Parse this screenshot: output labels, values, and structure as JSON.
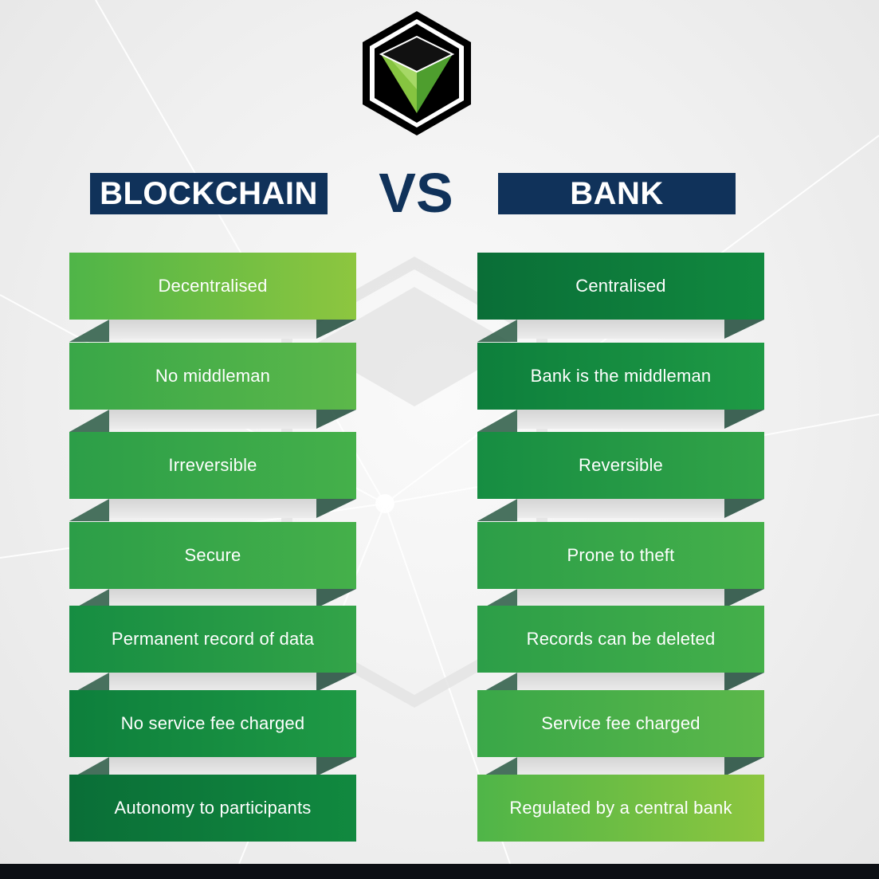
{
  "header": {
    "left_title": "BLOCKCHAIN",
    "vs": "VS",
    "right_title": "BANK"
  },
  "logo": {
    "icon": "hexagon-cube-check-icon",
    "colors": {
      "outline": "#000000",
      "check": "#6ab737"
    }
  },
  "colors": {
    "title_bg": "#10325a",
    "text": "#ffffff",
    "green_light": "#8cc63f",
    "green_mid": "#3aa845",
    "green_dark": "#0a7a3a",
    "fold_dark": "#1f4f3c"
  },
  "blockchain_items": [
    {
      "label": "Decentralised",
      "tone": "light"
    },
    {
      "label": "No middleman",
      "tone": "midlight"
    },
    {
      "label": "Irreversible",
      "tone": "mid"
    },
    {
      "label": "Secure",
      "tone": "mid"
    },
    {
      "label": "Permanent record of data",
      "tone": "middark"
    },
    {
      "label": "No service fee charged",
      "tone": "dark"
    },
    {
      "label": "Autonomy to participants",
      "tone": "darker"
    }
  ],
  "bank_items": [
    {
      "label": "Centralised",
      "tone": "darker"
    },
    {
      "label": "Bank is the middleman",
      "tone": "dark"
    },
    {
      "label": "Reversible",
      "tone": "middark"
    },
    {
      "label": "Prone to theft",
      "tone": "mid"
    },
    {
      "label": "Records can be deleted",
      "tone": "mid"
    },
    {
      "label": "Service fee charged",
      "tone": "midlight"
    },
    {
      "label": "Regulated by a central bank",
      "tone": "light"
    }
  ]
}
